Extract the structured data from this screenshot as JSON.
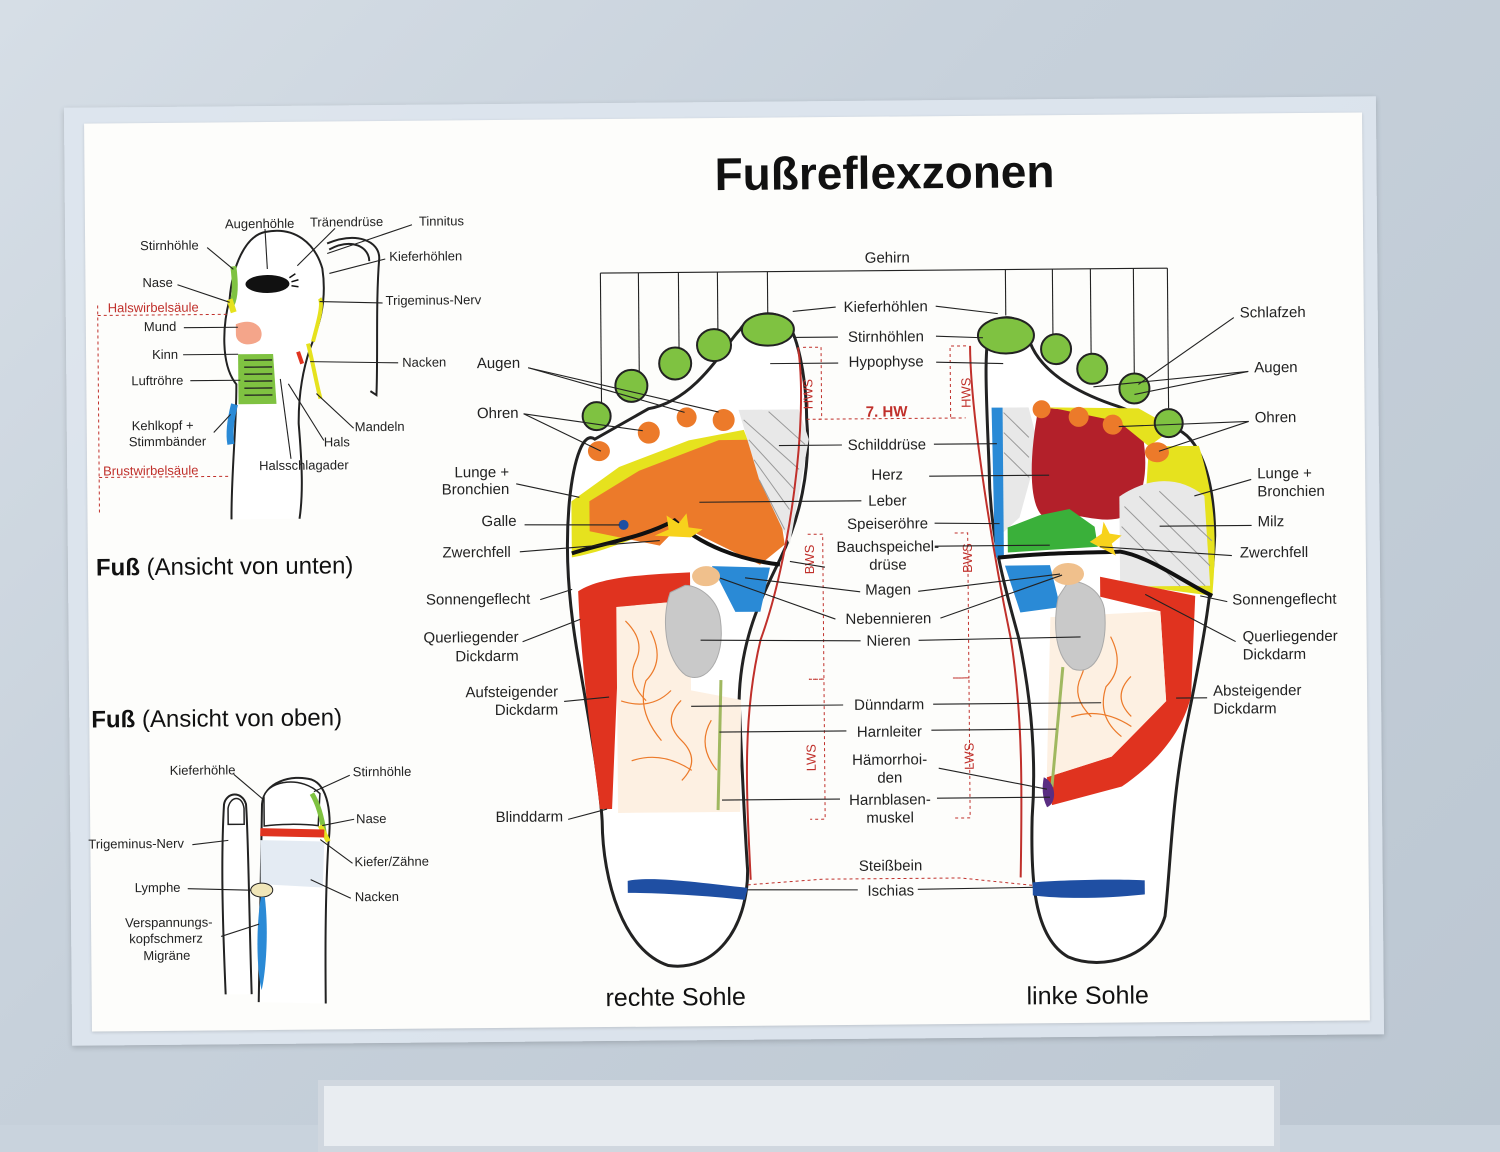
{
  "title": "Fußreflexzonen",
  "head_labels": {
    "augenhoehle": "Augenhöhle",
    "traenenduese": "Tränendrüse",
    "tinnitus": "Tinnitus",
    "stirnhoehle": "Stirnhöhle",
    "kieferhoehlen": "Kieferhöhlen",
    "nase": "Nase",
    "halswirbelsaeule": "Halswirbelsäule",
    "trigeminus": "Trigeminus-Nerv",
    "mund": "Mund",
    "kinn": "Kinn",
    "nacken": "Nacken",
    "luftroehre": "Luftröhre",
    "kehlkopf_1": "Kehlkopf +",
    "kehlkopf_2": "Stimmbänder",
    "mandeln": "Mandeln",
    "hals": "Hals",
    "brustwirbelsaeule": "Brustwirbelsäule",
    "halsschlagader": "Halsschlagader"
  },
  "view_bottom": {
    "bold": "Fuß",
    "rest": " (Ansicht von unten)"
  },
  "view_top": {
    "bold": "Fuß",
    "rest": " (Ansicht von oben)"
  },
  "top_labels": {
    "kieferhoehle": "Kieferhöhle",
    "stirnhoehle": "Stirnhöhle",
    "nase": "Nase",
    "trigeminus": "Trigeminus-Nerv",
    "kiefer": "Kiefer/Zähne",
    "lymphe": "Lymphe",
    "nacken": "Nacken",
    "verspannung_1": "Verspannungs-",
    "verspannung_2": "kopfschmerz",
    "verspannung_3": "Migräne"
  },
  "center_labels": {
    "gehirn": "Gehirn",
    "kieferhoehlen": "Kieferhöhlen",
    "stirnhoehlen": "Stirnhöhlen",
    "hypophyse": "Hypophyse",
    "hw": "7. HW",
    "schilddruese": "Schilddrüse",
    "herz": "Herz",
    "leber": "Leber",
    "speiseroehre": "Speiseröhre",
    "bauch_1": "Bauchspeichel-",
    "bauch_2": "drüse",
    "magen": "Magen",
    "nebennieren": "Nebennieren",
    "nieren": "Nieren",
    "duenndarm": "Dünndarm",
    "harnleiter": "Harnleiter",
    "haemorr_1": "Hämorrhoi-",
    "haemorr_2": "den",
    "harnblase_1": "Harnblasen-",
    "harnblase_2": "muskel",
    "steissbein": "Steißbein",
    "ischias": "Ischias",
    "bws": "BWS",
    "hws": "HWS",
    "lws": "LWS"
  },
  "left_labels": {
    "augen": "Augen",
    "ohren": "Ohren",
    "lunge_1": "Lunge +",
    "lunge_2": "Bronchien",
    "galle": "Galle",
    "zwerchfell": "Zwerchfell",
    "sonnengeflecht": "Sonnengeflecht",
    "querliegender_1": "Querliegender",
    "querliegender_2": "Dickdarm",
    "aufsteigender_1": "Aufsteigender",
    "aufsteigender_2": "Dickdarm",
    "blinddarm": "Blinddarm"
  },
  "right_labels": {
    "schlafzeh": "Schlafzeh",
    "augen": "Augen",
    "ohren": "Ohren",
    "lunge_1": "Lunge +",
    "lunge_2": "Bronchien",
    "milz": "Milz",
    "zwerchfell": "Zwerchfell",
    "sonnengeflecht": "Sonnengeflecht",
    "querliegender_1": "Querliegender",
    "querliegender_2": "Dickdarm",
    "absteigender_1": "Absteigender",
    "absteigender_2": "Dickdarm"
  },
  "sole_labels": {
    "right": "rechte Sohle",
    "left": "linke Sohle"
  },
  "colors": {
    "green": "#7fc241",
    "yellow": "#e6e21e",
    "orange": "#ec7a2a",
    "red": "#e0331f",
    "darkred": "#b3202a",
    "blue": "#2a8ad6",
    "navy": "#1f4fa3",
    "grey": "#c6c6c6"
  }
}
